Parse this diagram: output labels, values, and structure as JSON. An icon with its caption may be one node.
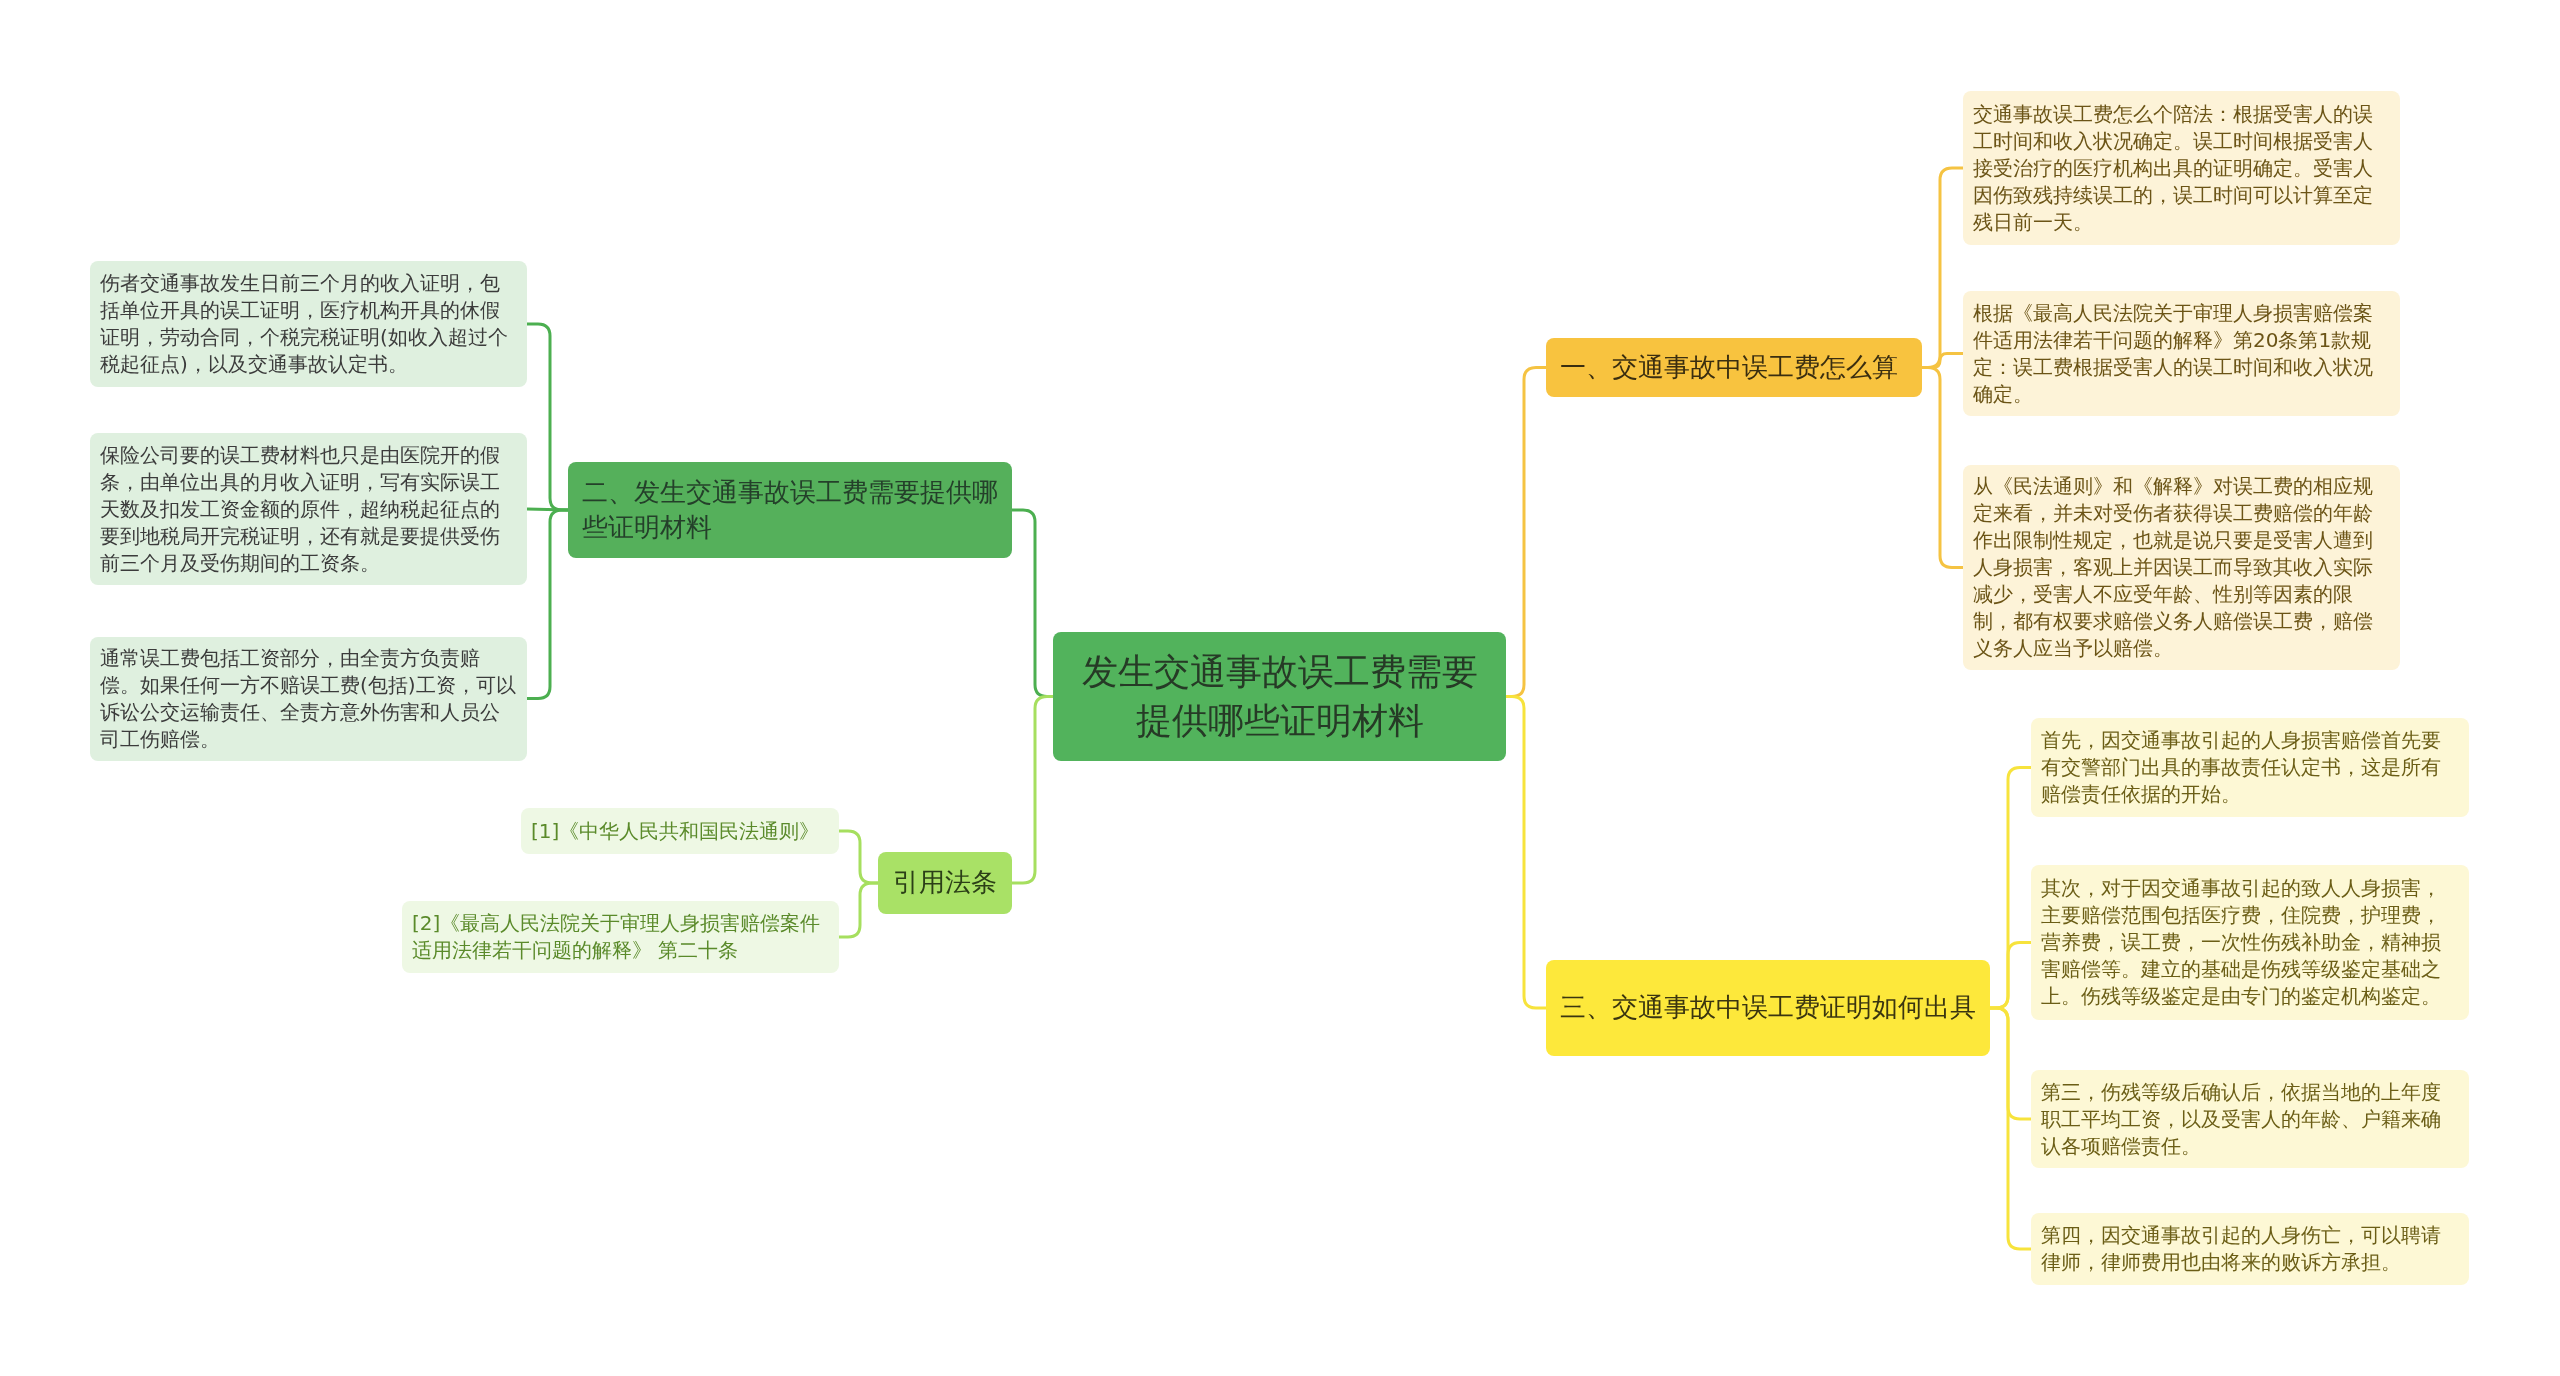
{
  "diagram": {
    "nodes": [
      {
        "text": [
          "发生交通事故误工费需要提供哪些证明材料"
        ]
      },
      {
        "text": [
          "一、交通事故中误工费怎么算"
        ]
      },
      {
        "text": [
          "交通事故误工费怎么个陪法：根据受害人的误工时间和收入状况确定。误工时间根据受害人接受治疗的医疗机构出具的证明确定。受害人因伤致残持续误工的，误工时间可以计算至定残日前一天。"
        ]
      },
      {
        "text": [
          "根据《最高人民法院关于审理人身损害赔偿案件适用法律若干问题的解释》第20条第1款规定：误工费根据受害人的误工时间和收入状况确定。"
        ]
      },
      {
        "text": [
          "从《民法通则》和《解释》对误工费的相应规定来看，并未对受伤者获得误工费赔偿的年龄作出限制性规定，也就是说只要是受害人遭到人身损害，客观上并因误工而导致其收入实际减少，受害人不应受年龄、性别等因素的限制，都有权要求赔偿义务人赔偿误工费，赔偿义务人应当予以赔偿。"
        ]
      },
      {
        "text": [
          "二、发生交通事故误工费需要提供哪些证明材料"
        ]
      },
      {
        "text": [
          "伤者交通事故发生日前三个月的收入证明，包括单位开具的误工证明，医疗机构开具的休假证明，劳动合同，个税完税证明(如收入超过个税起征点)，以及交通事故认定书。"
        ]
      },
      {
        "text": [
          "保险公司要的误工费材料也只是由医院开的假条，由单位出具的月收入证明，写有实际误工天数及扣发工资金额的原件，超纳税起征点的要到地税局开完税证明，还有就是要提供受伤前三个月及受伤期间的工资条。"
        ]
      },
      {
        "text": [
          "通常误工费包括工资部分，由全责方负责赔偿。如果任何一方不赔误工费(包括)工资，可以诉讼公交运输责任、全责方意外伤害和人员公司工伤赔偿。"
        ]
      },
      {
        "text": [
          "三、交通事故中误工费证明如何出具"
        ]
      },
      {
        "text": [
          "首先，因交通事故引起的人身损害赔偿首先要有交警部门出具的事故责任认定书，这是所有赔偿责任依据的开始。"
        ]
      },
      {
        "text": [
          "其次，对于因交通事故引起的致人人身损害，主要赔偿范围包括医疗费，住院费，护理费，营养费，误工费，一次性伤残补助金，精神损害赔偿等。建立的基础是伤残等级鉴定基础之上。伤残等级鉴定是由专门的鉴定机构鉴定。"
        ]
      },
      {
        "text": [
          "第三，伤残等级后确认后，依据当地的上年度职工平均工资，以及受害人的年龄、户籍来确认各项赔偿责任。"
        ]
      },
      {
        "text": [
          "第四，因交通事故引起的人身伤亡，可以聘请律师，律师费用也由将来的败诉方承担。"
        ]
      },
      {
        "text": [
          "引用法条"
        ]
      },
      {
        "text": [
          "[1]《中华人民共和国民法通则》"
        ]
      },
      {
        "text": [
          "[2]《最高人民法院关于审理人身损害赔偿案件适用法律若干问题的解释》 第二十条"
        ]
      }
    ],
    "edges": [
      {
        "from": 0,
        "to": 1,
        "arrow": "none",
        "color": "#f5c342"
      },
      {
        "from": 1,
        "to": 2,
        "arrow": "none",
        "color": "#f5c342"
      },
      {
        "from": 1,
        "to": 3,
        "arrow": "none",
        "color": "#f5c342"
      },
      {
        "from": 1,
        "to": 4,
        "arrow": "none",
        "color": "#f5c342"
      },
      {
        "from": 0,
        "to": 5,
        "arrow": "none",
        "color": "#4caf50"
      },
      {
        "from": 5,
        "to": 6,
        "arrow": "none",
        "color": "#4caf50"
      },
      {
        "from": 5,
        "to": 7,
        "arrow": "none",
        "color": "#4caf50"
      },
      {
        "from": 5,
        "to": 8,
        "arrow": "none",
        "color": "#4caf50"
      },
      {
        "from": 0,
        "to": 9,
        "arrow": "none",
        "color": "#f7e33c"
      },
      {
        "from": 9,
        "to": 10,
        "arrow": "none",
        "color": "#f7e33c"
      },
      {
        "from": 9,
        "to": 11,
        "arrow": "none",
        "color": "#f7e33c"
      },
      {
        "from": 9,
        "to": 12,
        "arrow": "none",
        "color": "#f7e33c"
      },
      {
        "from": 9,
        "to": 13,
        "arrow": "none",
        "color": "#f7e33c"
      },
      {
        "from": 0,
        "to": 14,
        "arrow": "none",
        "color": "#a6df5f"
      },
      {
        "from": 14,
        "to": 15,
        "arrow": "none",
        "color": "#a6df5f"
      },
      {
        "from": 14,
        "to": 16,
        "arrow": "none",
        "color": "#a6df5f"
      }
    ]
  }
}
